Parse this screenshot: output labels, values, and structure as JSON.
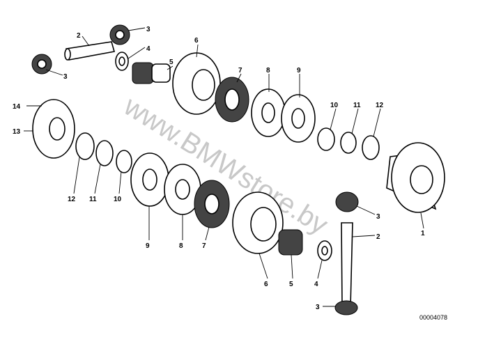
{
  "diagram": {
    "watermark": "www.BMWstore.by",
    "drawing_code": "00004078",
    "callouts": [
      "2",
      "3",
      "4",
      "3",
      "5",
      "6",
      "7",
      "8",
      "9",
      "10",
      "11",
      "12",
      "14",
      "13",
      "12",
      "11",
      "10",
      "9",
      "8",
      "7",
      "6",
      "5",
      "4",
      "3",
      "2",
      "1",
      "3"
    ]
  }
}
